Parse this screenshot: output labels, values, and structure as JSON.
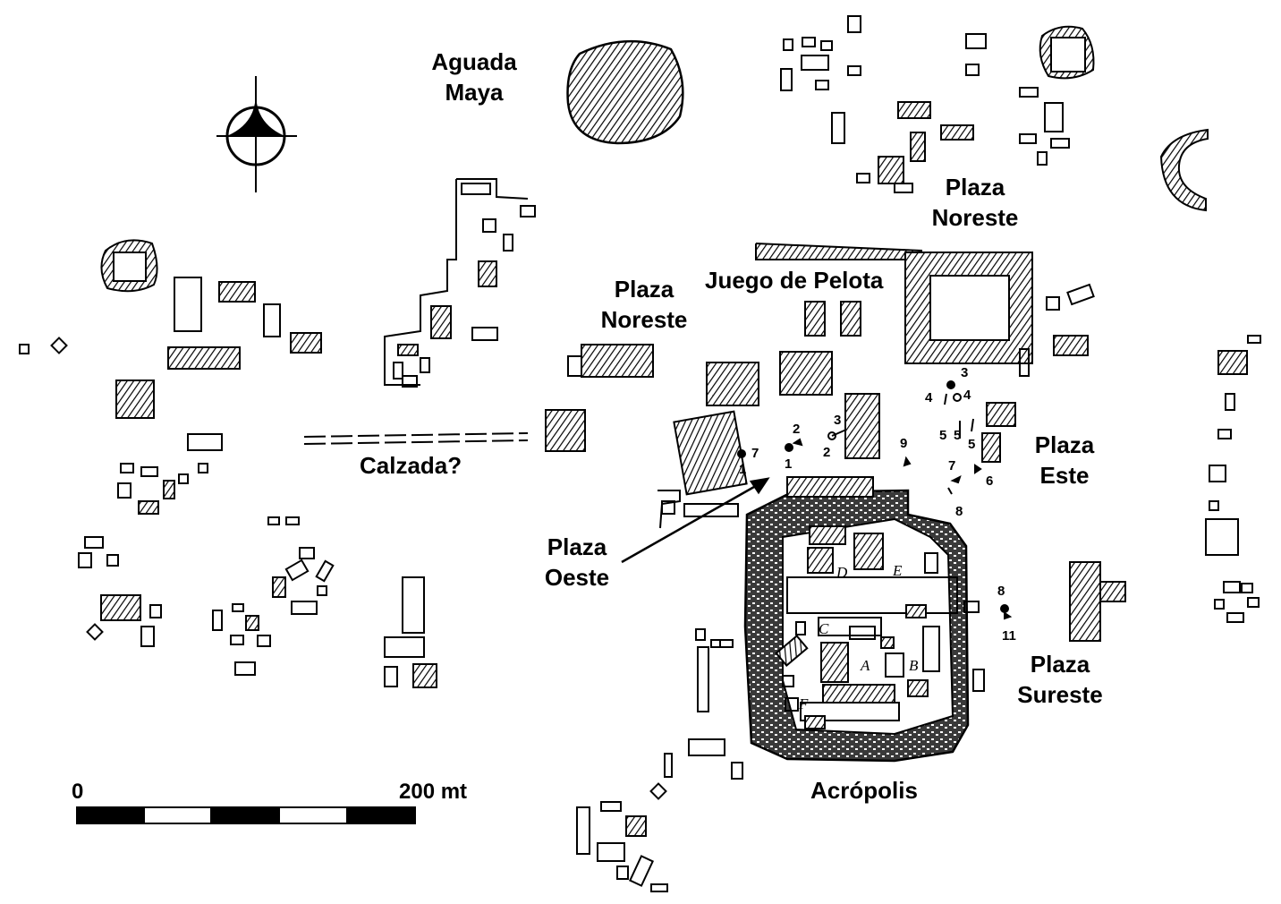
{
  "labels": {
    "aguada": [
      "Aguada",
      "Maya"
    ],
    "plaza_noreste_ne": [
      "Plaza",
      "Noreste"
    ],
    "plaza_noreste_c": [
      "Plaza",
      "Noreste"
    ],
    "juego_pelota": "Juego de Pelota",
    "calzada": "Calzada?",
    "plaza_oeste": [
      "Plaza",
      "Oeste"
    ],
    "plaza_este": [
      "Plaza",
      "Este"
    ],
    "plaza_sureste": [
      "Plaza",
      "Sureste"
    ],
    "acropolis": "Acrópolis"
  },
  "scale_bar": {
    "start_label": "0",
    "end_label": "200 mt"
  },
  "acropolis_sections": [
    "A",
    "B",
    "C",
    "D",
    "E",
    "F"
  ],
  "monument_numbers": {
    "west_7": "7",
    "west_1a": "1",
    "w2": "2",
    "w1b": "1",
    "w3": "3",
    "w2b": "2",
    "w9": "9",
    "e3": "3",
    "e4a": "4",
    "e4b": "4",
    "e5a": "5",
    "e5b": "5",
    "e5c": "5",
    "e7": "7",
    "e6": "6",
    "e8": "8",
    "se8": "8",
    "se11": "11"
  }
}
